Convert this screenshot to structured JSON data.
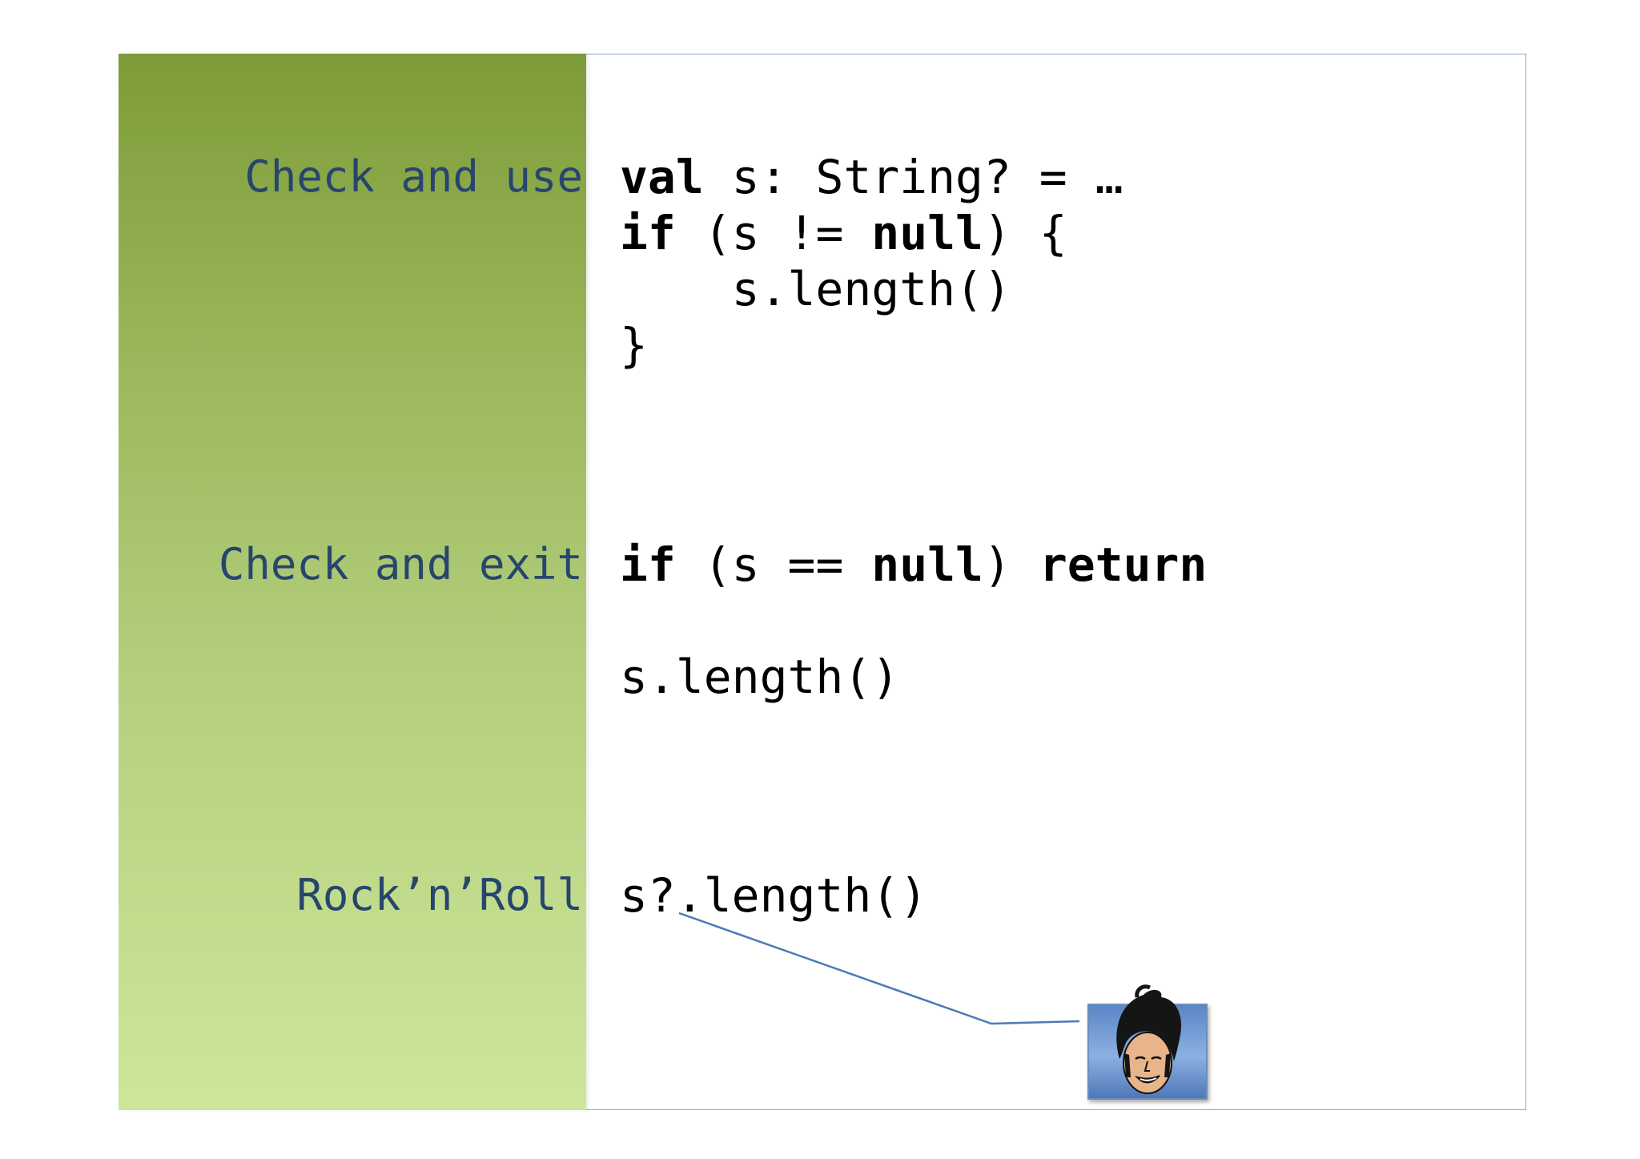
{
  "labels": {
    "check_use": "Check and use",
    "check_exit": "Check and exit",
    "rock_roll": "Rock’n’Roll"
  },
  "code": {
    "block1": {
      "line1_kw": "val",
      "line1_rest": " s: String? = …",
      "line2_kw1": "if",
      "line2_mid": " (s != ",
      "line2_kw2": "null",
      "line2_end": ") {",
      "line3": "    s.length()",
      "line4": "}"
    },
    "block2": {
      "line1_kw1": "if",
      "line1_mid": " (s == ",
      "line1_kw2": "null",
      "line1_mid2": ") ",
      "line1_kw3": "return",
      "line2": "s.length()"
    },
    "block3": {
      "line1": "s?.length()"
    }
  },
  "colors": {
    "label": "#27456e",
    "sidebar_top": "#7d9c38",
    "sidebar_bottom": "#cde699",
    "connector": "#4f7ab8"
  },
  "icons": {
    "avatar": "elvis-caricature-icon"
  }
}
